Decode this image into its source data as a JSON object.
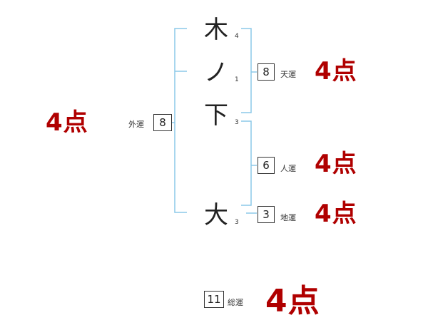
{
  "name_characters": [
    {
      "char": "木",
      "strokes": "4"
    },
    {
      "char": "ノ",
      "strokes": "1"
    },
    {
      "char": "下",
      "strokes": "3"
    },
    {
      "char": "大",
      "strokes": "3"
    }
  ],
  "fortunes": {
    "gaiun": {
      "label": "外運",
      "value": "8",
      "score": "4点"
    },
    "tenun": {
      "label": "天運",
      "value": "8",
      "score": "4点"
    },
    "jinun": {
      "label": "人運",
      "value": "6",
      "score": "4点"
    },
    "chiun": {
      "label": "地運",
      "value": "3",
      "score": "4点"
    },
    "souun": {
      "label": "総運",
      "value": "11",
      "score": "4点"
    }
  },
  "colors": {
    "bracket": "#8cc8e8",
    "score": "#b00000"
  }
}
